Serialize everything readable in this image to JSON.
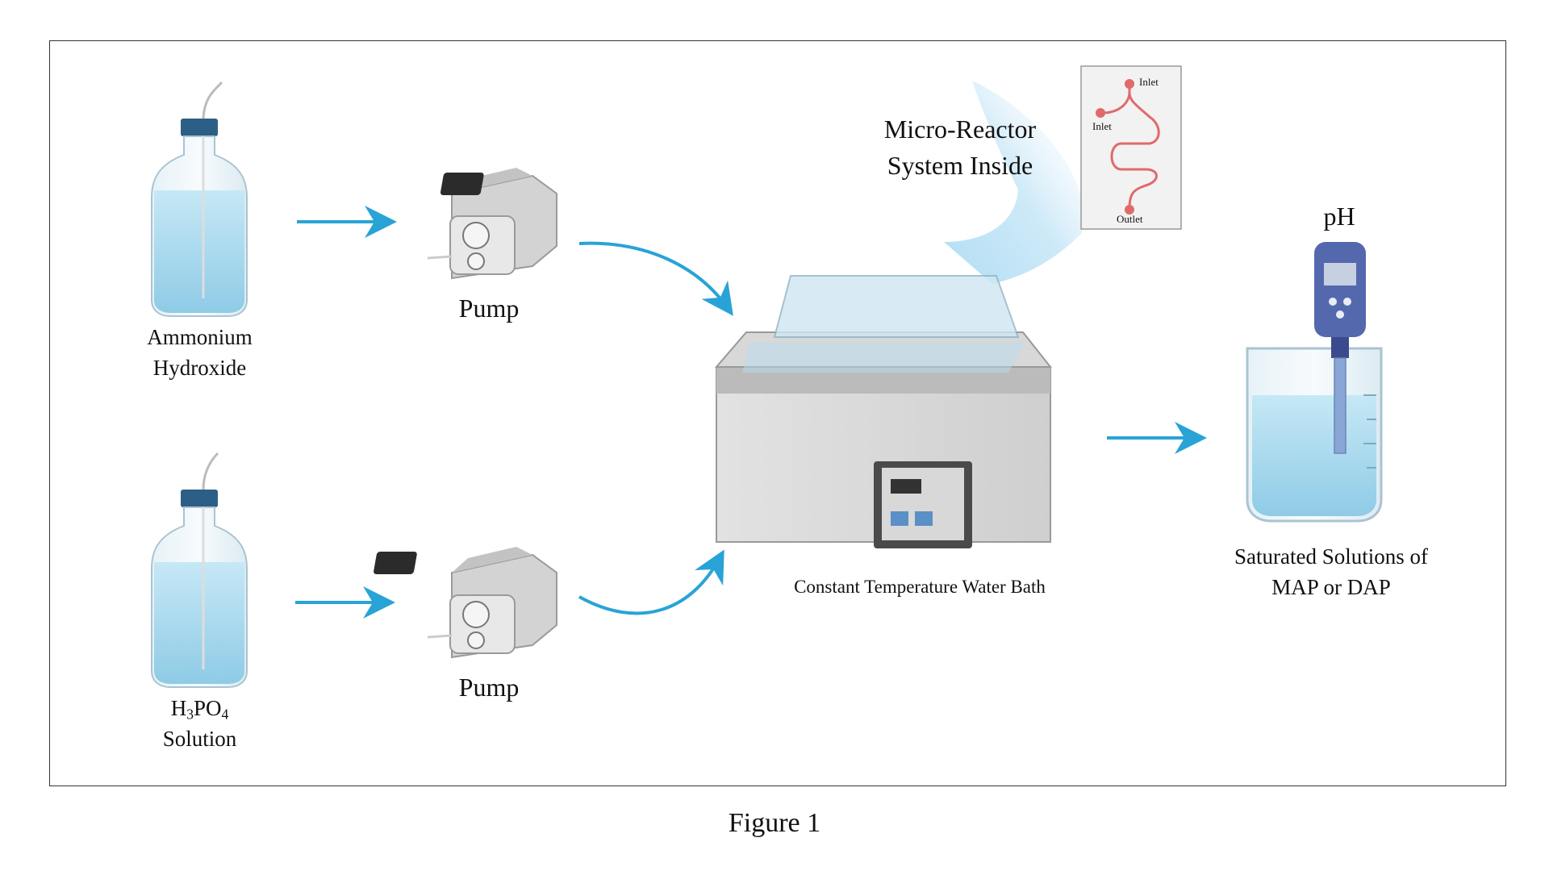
{
  "figure": {
    "caption": "Figure 1"
  },
  "colors": {
    "arrow": "#29a3d6",
    "liquid": "#a9d9ef",
    "frame": "#333333",
    "channel": "#e06a6a"
  },
  "bottles": [
    {
      "label_line1": "Ammonium",
      "label_line2": "Hydroxide"
    },
    {
      "label_sub_H": "H",
      "label_sub_3": "3",
      "label_sub_PO": "PO",
      "label_sub_4": "4",
      "label_line2": "Solution"
    }
  ],
  "pumps": [
    {
      "label": "Pump"
    },
    {
      "label": "Pump"
    }
  ],
  "reactor": {
    "callout_line1": "Micro-Reactor",
    "callout_line2": "System Inside",
    "chip_inlet_a": "Inlet",
    "chip_inlet_b": "Inlet",
    "chip_outlet": "Outlet"
  },
  "bath": {
    "label": "Constant Temperature Water Bath"
  },
  "beaker": {
    "ph_label": "pH",
    "label_line1": "Saturated Solutions of",
    "label_line2": "MAP or DAP"
  }
}
